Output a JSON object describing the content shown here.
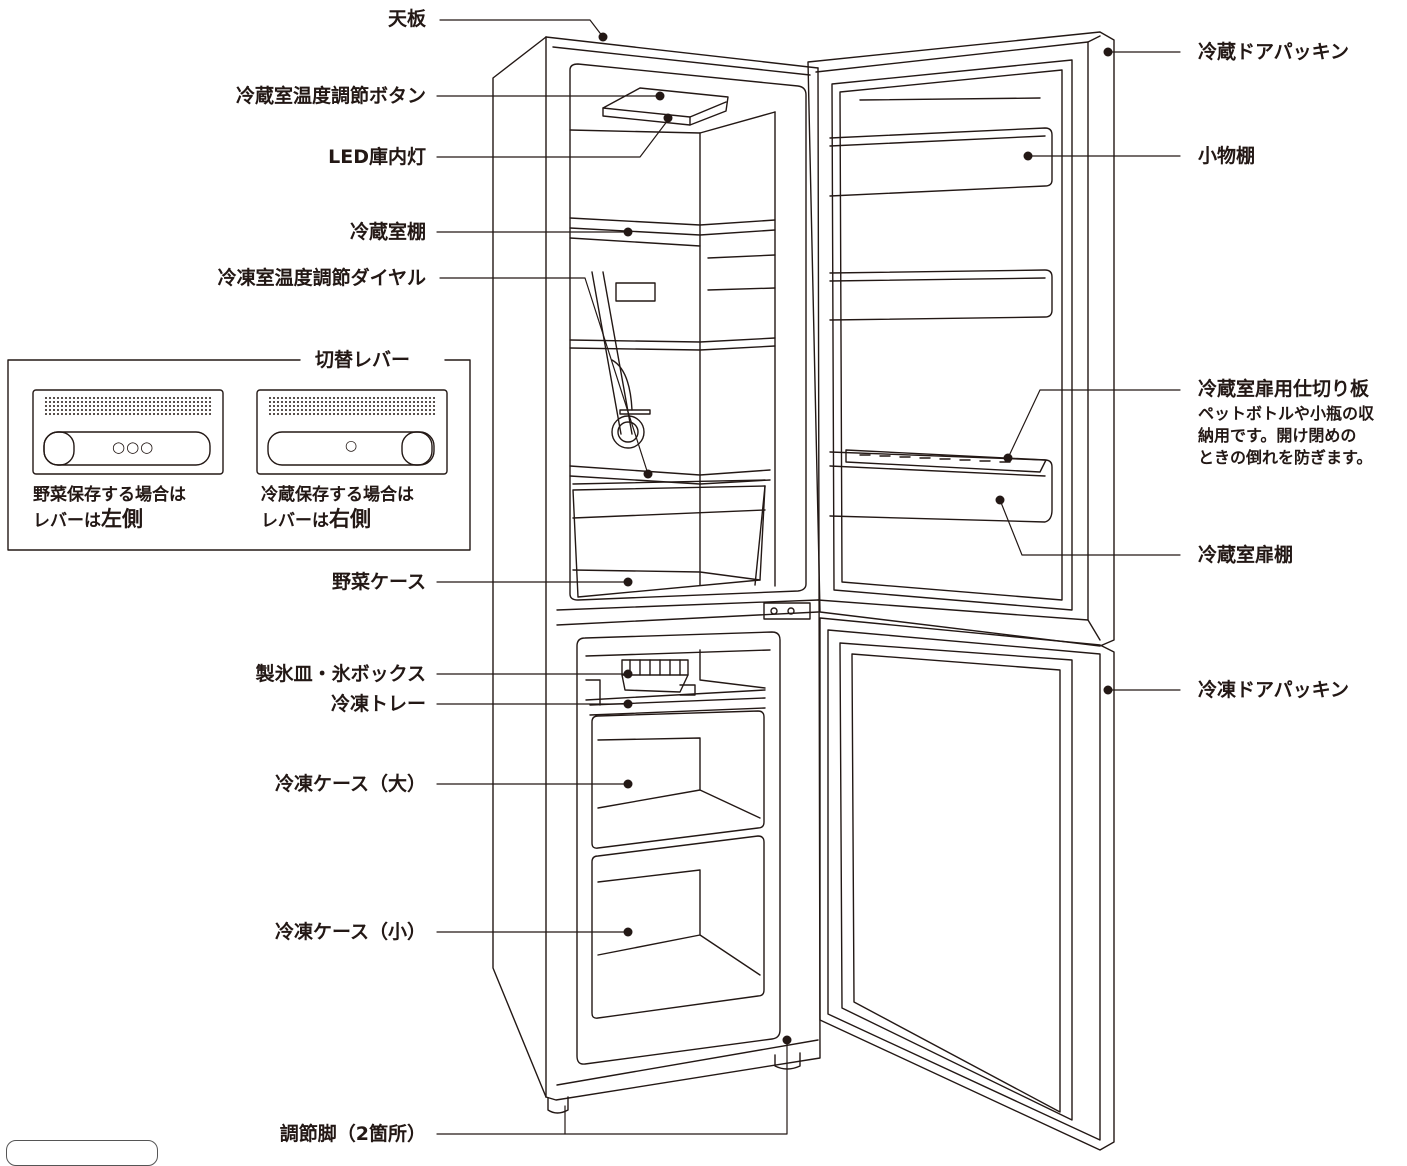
{
  "labels": {
    "tenban": "天板",
    "reizo_button": "冷蔵室温度調節ボタン",
    "led": "LED庫内灯",
    "reizo_tana": "冷蔵室棚",
    "reito_dial": "冷凍室温度調節ダイヤル",
    "kirikae": "切替レバー",
    "yasai_case": "野菜ケース",
    "seihyo": "製氷皿・氷ボックス",
    "reito_tray": "冷凍トレー",
    "reito_case_l": "冷凍ケース（大）",
    "reito_case_s": "冷凍ケース（小）",
    "leg": "調節脚（2箇所）",
    "reizo_door_packing": "冷蔵ドアパッキン",
    "komono": "小物棚",
    "shikiri": "冷蔵室扉用仕切り板",
    "shikiri_note_1": "ペットボトルや小瓶の収",
    "shikiri_note_2": "納用です。開け閉めの",
    "shikiri_note_3": "ときの倒れを防ぎます。",
    "tobira_tana": "冷蔵室扉棚",
    "reito_door_packing": "冷凍ドアパッキン"
  },
  "lever_panels": {
    "left": {
      "drops": "○○○",
      "caption_1": "野菜保存する場合は",
      "caption_2_a": "レバーは",
      "caption_2_b": "左側"
    },
    "right": {
      "drops": "○",
      "caption_1": "冷蔵保存する場合は",
      "caption_2_a": "レバーは",
      "caption_2_b": "右側"
    }
  },
  "colors": {
    "line": "#231815",
    "background": "#ffffff"
  }
}
